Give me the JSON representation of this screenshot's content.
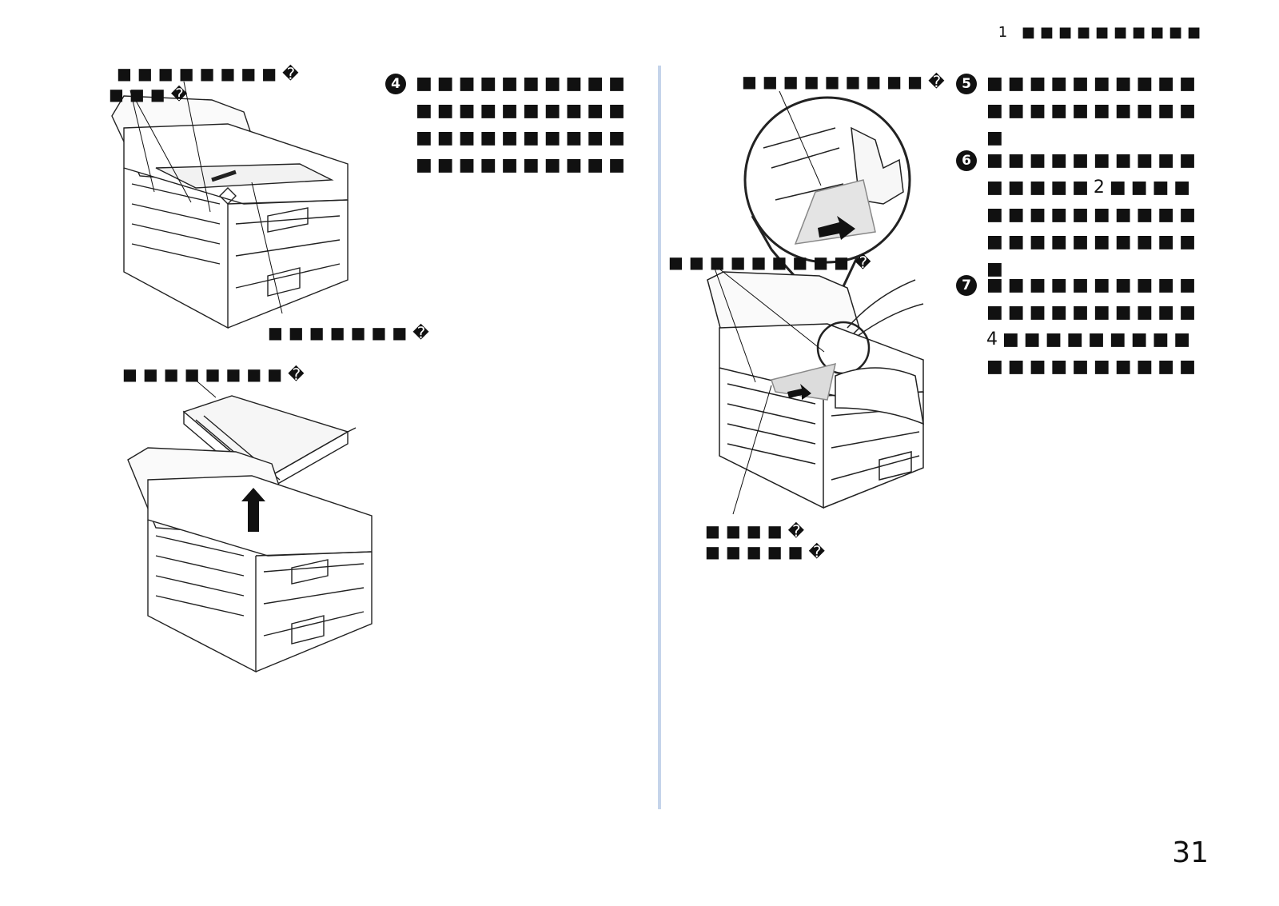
{
  "header": {
    "chapter": "1 ■■■■■■■■■■"
  },
  "page_number": "31",
  "figures": {
    "top_left": {
      "labels": [
        "■■■■■■■■�",
        "■■■�",
        "■■■■■■■�"
      ]
    },
    "bottom_left": {
      "labels": [
        "■■■■■■■■�"
      ]
    },
    "right": {
      "labels": [
        "■■■■■■■■■�",
        "■■■■■■■■■�",
        "■■■■�",
        "■■■■■�"
      ]
    }
  },
  "steps": [
    {
      "number": "4",
      "text": "■■■■■■■■■■■■■■■■■■■■■■■■■■■■■■■■■■■■■■■■"
    },
    {
      "number": "5",
      "text": "■■■■■■■■■■■■■■■■■■■■■"
    },
    {
      "number": "6",
      "text": "■■■■■■■■■■■■■■■2■■■■■■■■■■■■■■■■■■■■■■■■■"
    },
    {
      "number": "7",
      "text": "■■■■■■■■■■■■■■■■■■■■4■■■■■■■■■■■■■■■■■■■"
    }
  ]
}
